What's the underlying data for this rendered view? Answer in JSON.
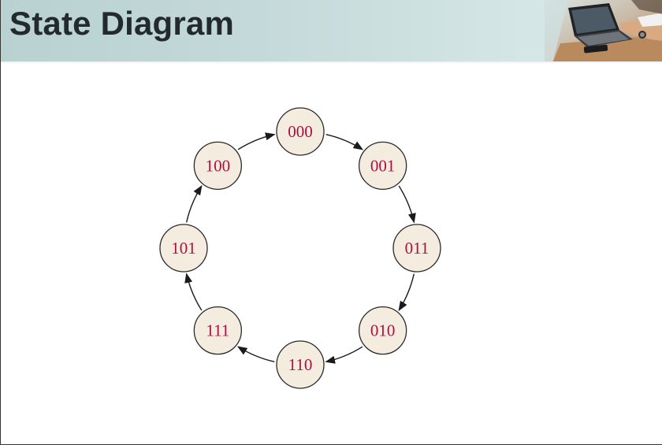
{
  "header": {
    "title": "State Diagram",
    "photo_icon": "office-laptop-photo"
  },
  "diagram": {
    "states": [
      {
        "id": "s000",
        "label": "000"
      },
      {
        "id": "s001",
        "label": "001"
      },
      {
        "id": "s011",
        "label": "011"
      },
      {
        "id": "s010",
        "label": "010"
      },
      {
        "id": "s110",
        "label": "110"
      },
      {
        "id": "s111",
        "label": "111"
      },
      {
        "id": "s101",
        "label": "101"
      },
      {
        "id": "s100",
        "label": "100"
      }
    ],
    "transitions": [
      {
        "from": "000",
        "to": "001"
      },
      {
        "from": "001",
        "to": "011"
      },
      {
        "from": "011",
        "to": "010"
      },
      {
        "from": "010",
        "to": "110"
      },
      {
        "from": "110",
        "to": "111"
      },
      {
        "from": "111",
        "to": "101"
      },
      {
        "from": "101",
        "to": "100"
      },
      {
        "from": "100",
        "to": "000"
      }
    ],
    "colors": {
      "node_fill": "#f4ecdf",
      "node_stroke": "#2a2a2a",
      "label": "#b0103f",
      "arrow": "#1a1a1a"
    }
  }
}
